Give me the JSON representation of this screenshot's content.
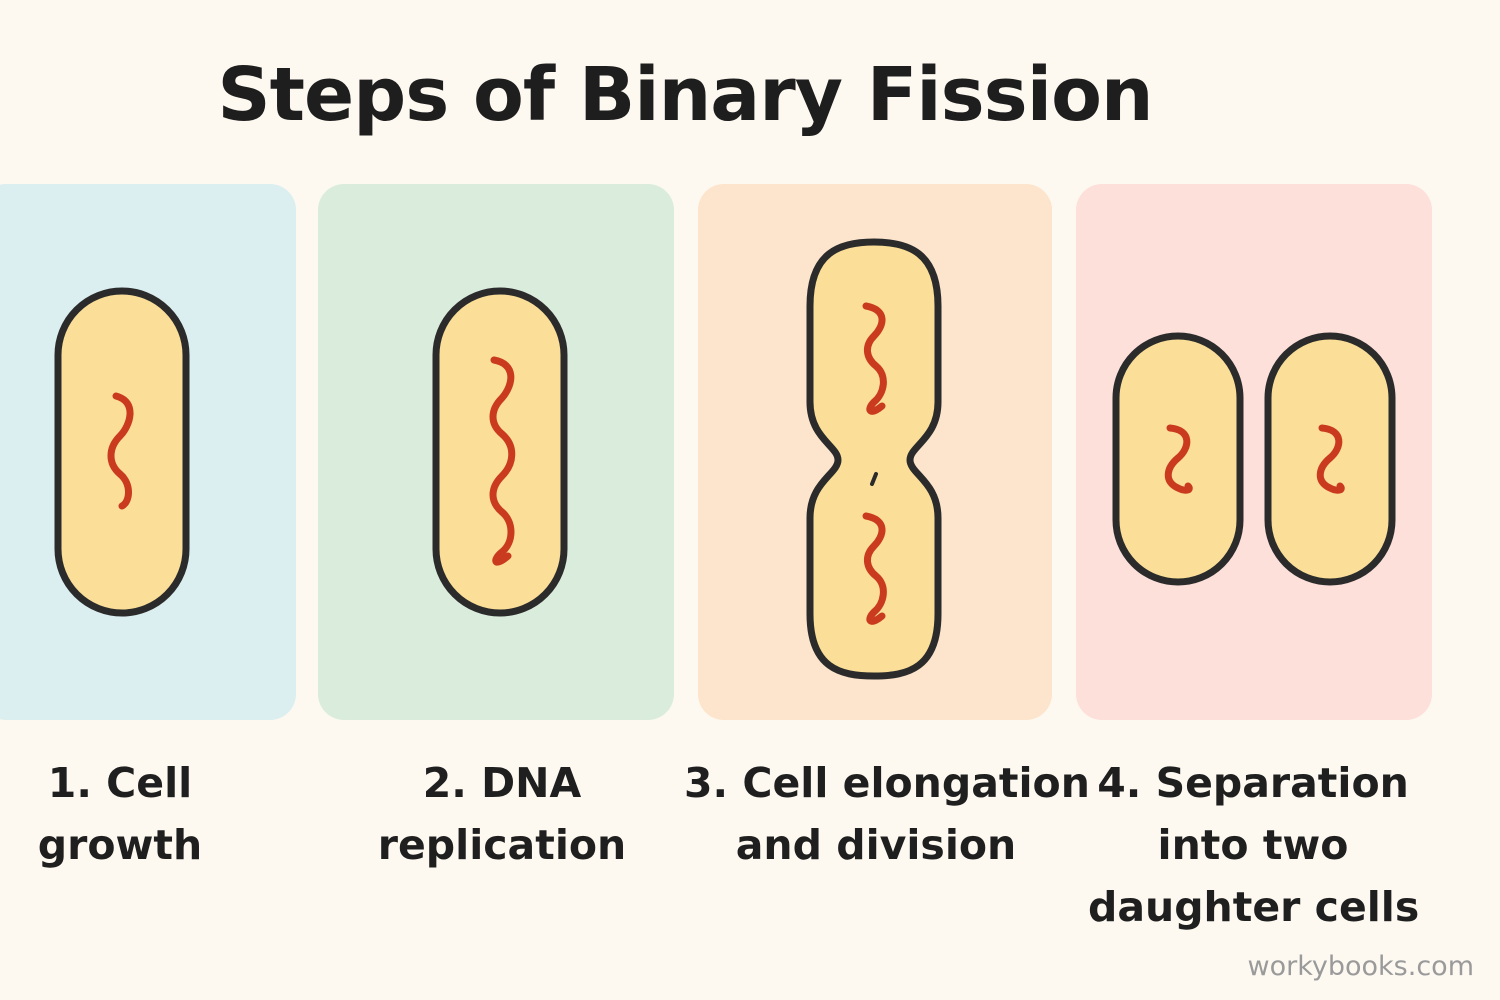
{
  "title": "Steps of Binary Fission",
  "colors": {
    "background": "#fdf9f1",
    "cell_fill": "#fbdf98",
    "cell_outline": "#2b2b2b",
    "dna": "#c93a1f"
  },
  "steps": [
    {
      "line1": "1. Cell",
      "line2": "growth",
      "line3": "",
      "panel_color": "#dbeef0"
    },
    {
      "line1": "2. DNA",
      "line2": "replication",
      "line3": "",
      "panel_color": "#daecdc"
    },
    {
      "line1": "3. Cell elongation",
      "line2": "and division",
      "line3": "",
      "panel_color": "#fde4cc"
    },
    {
      "line1": "4. Separation",
      "line2": "into two",
      "line3": "daughter cells",
      "panel_color": "#fde0da"
    }
  ],
  "watermark": "workybooks.com"
}
